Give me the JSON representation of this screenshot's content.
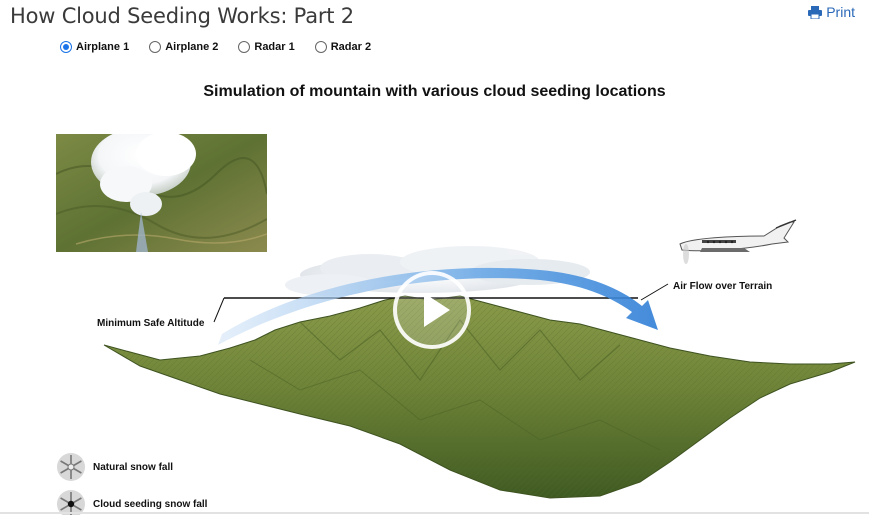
{
  "header": {
    "title": "How Cloud Seeding Works: Part 2",
    "print_label": "Print"
  },
  "options": [
    {
      "label": "Airplane 1",
      "checked": true
    },
    {
      "label": "Airplane 2",
      "checked": false
    },
    {
      "label": "Radar 1",
      "checked": false
    },
    {
      "label": "Radar 2",
      "checked": false
    }
  ],
  "simulation": {
    "title": "Simulation of mountain with various cloud seeding locations",
    "min_safe_altitude_label": "Minimum Safe Altitude",
    "air_flow_label": "Air Flow over Terrain"
  },
  "legend": {
    "natural": "Natural snow fall",
    "seeded": "Cloud seeding snow fall"
  },
  "colors": {
    "accent": "#1a73e8",
    "link": "#2a68b8",
    "airflow_arrow": "#3a86d8"
  }
}
